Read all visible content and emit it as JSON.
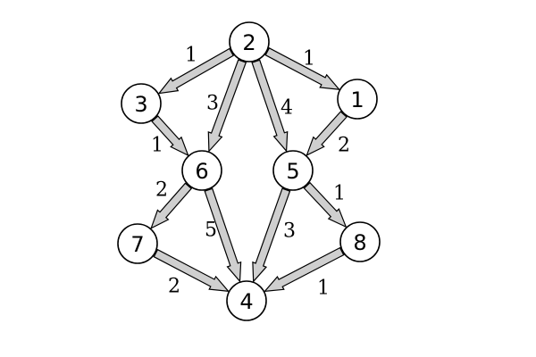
{
  "colors": {
    "arrow_fill": "#cfcfcf",
    "stroke": "#000000",
    "node_fill": "#ffffff"
  },
  "nodes": [
    {
      "id": "2",
      "label": "2"
    },
    {
      "id": "3",
      "label": "3"
    },
    {
      "id": "1",
      "label": "1"
    },
    {
      "id": "6",
      "label": "6"
    },
    {
      "id": "5",
      "label": "5"
    },
    {
      "id": "7",
      "label": "7"
    },
    {
      "id": "8",
      "label": "8"
    },
    {
      "id": "4",
      "label": "4"
    }
  ],
  "edges": [
    {
      "from": "2",
      "to": "3",
      "weight": "1"
    },
    {
      "from": "2",
      "to": "1",
      "weight": "1"
    },
    {
      "from": "2",
      "to": "6",
      "weight": "3"
    },
    {
      "from": "2",
      "to": "5",
      "weight": "4"
    },
    {
      "from": "3",
      "to": "6",
      "weight": "1"
    },
    {
      "from": "1",
      "to": "5",
      "weight": "2"
    },
    {
      "from": "6",
      "to": "7",
      "weight": "2"
    },
    {
      "from": "6",
      "to": "4",
      "weight": "5"
    },
    {
      "from": "5",
      "to": "8",
      "weight": "1"
    },
    {
      "from": "5",
      "to": "4",
      "weight": "3"
    },
    {
      "from": "7",
      "to": "4",
      "weight": "2"
    },
    {
      "from": "8",
      "to": "4",
      "weight": "1"
    }
  ]
}
